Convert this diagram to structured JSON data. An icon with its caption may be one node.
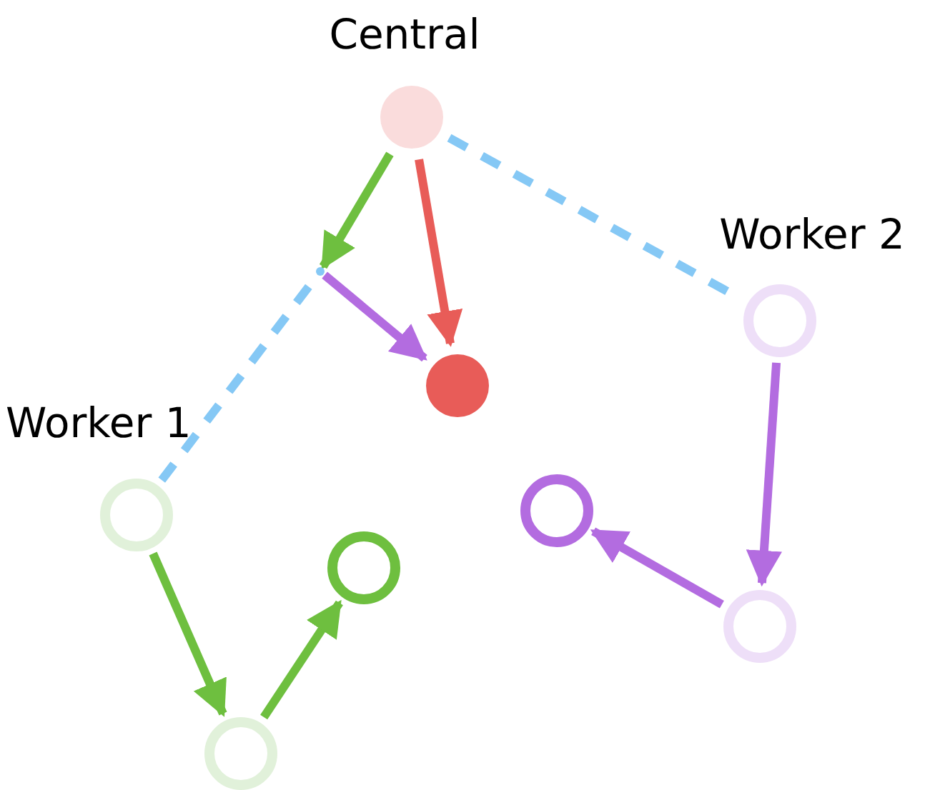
{
  "diagram": {
    "nodes": [
      {
        "text": [
          "Central"
        ]
      },
      {
        "text": [],
        "shape": "point"
      },
      {
        "text": [
          "Worker 2"
        ]
      },
      {
        "text": [],
        "shape": "circle"
      },
      {
        "text": [
          "Worker 1"
        ]
      },
      {
        "text": [],
        "shape": "circle"
      },
      {
        "text": [],
        "shape": "circle"
      },
      {
        "text": [],
        "shape": "circle"
      },
      {
        "text": [],
        "shape": "circle"
      }
    ],
    "edges": [
      {
        "from": 0,
        "to": 1,
        "arrow": "to"
      },
      {
        "from": 0,
        "to": 3,
        "arrow": "to",
        "color": "#e85c58"
      },
      {
        "from": 1,
        "to": 3,
        "arrow": "to",
        "color": "#b36ce0"
      },
      {
        "from": 4,
        "to": 1,
        "arrow": "none",
        "style": "dashed",
        "color": "#85c8f5"
      },
      {
        "from": 0,
        "to": 2,
        "arrow": "none",
        "style": "dashed",
        "color": "#85c8f5"
      },
      {
        "from": 2,
        "to": 7,
        "arrow": "to",
        "color": "#b36ce0"
      },
      {
        "from": 7,
        "to": 5,
        "arrow": "to",
        "color": "#b36ce0"
      },
      {
        "from": 4,
        "to": 8,
        "arrow": "to"
      },
      {
        "from": 8,
        "to": 6,
        "arrow": "to"
      }
    ]
  }
}
